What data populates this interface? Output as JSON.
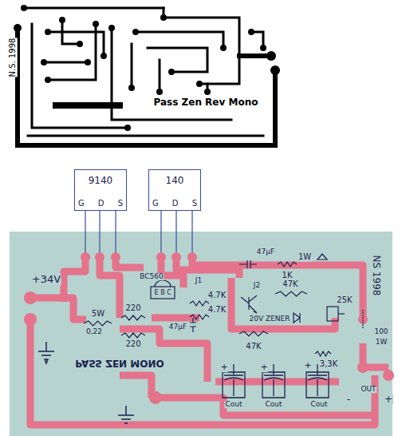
{
  "diagram": {
    "nodes": [
      {
        "text": [
          "9140",
          "G",
          "D",
          "S"
        ]
      },
      {
        "text": [
          "140",
          "G",
          "D",
          "S"
        ]
      }
    ],
    "labels": [
      "N.S. 1998",
      "Pass Zen Rev Mono",
      "+34V",
      "5W",
      "0,22",
      "220",
      "220",
      "BC560",
      "E",
      "B",
      "C",
      "4.7K",
      "4.7K",
      "47µF",
      "J1",
      "47µF",
      "1W",
      "1K",
      "47K",
      "25K",
      "J2",
      "20V ZENER",
      "47K",
      "3,3K",
      "100",
      "1W",
      "OUT",
      "-",
      "+",
      "+",
      "+",
      "+",
      "Cout",
      "Cout",
      "Cout",
      "PASS ZEN MONO",
      "NS 1998"
    ]
  }
}
